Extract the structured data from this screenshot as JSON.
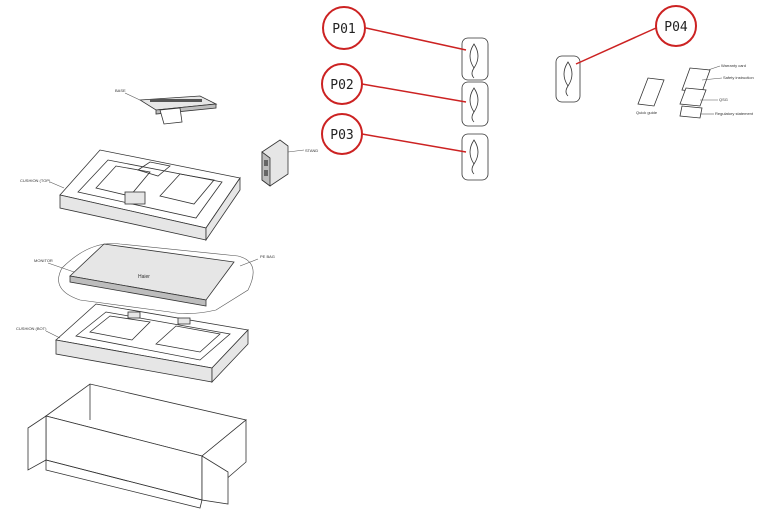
{
  "callouts": [
    {
      "id": "P01",
      "label": "P01"
    },
    {
      "id": "P02",
      "label": "P02"
    },
    {
      "id": "P03",
      "label": "P03"
    },
    {
      "id": "P04",
      "label": "P04"
    }
  ],
  "part_labels": {
    "stand": "BASE",
    "stand_neck": "STAND",
    "top_cushion": "CUSHION (TOP)",
    "monitor": "MONITOR",
    "pe_bag": "PE BAG",
    "bottom_cushion": "CUSHION (BOT)",
    "monitor_brand": "Haier"
  },
  "document_labels": {
    "warranty_card": "Warranty card",
    "safety_instruction": "Safety instruction",
    "qsg": "QSG",
    "regulatory_statement": "Regulatory statement",
    "qsg_left": "Quick guide"
  },
  "colors": {
    "callout_circle": "#cc2222",
    "callout_line": "#cc2222",
    "line_art": "#333333"
  }
}
